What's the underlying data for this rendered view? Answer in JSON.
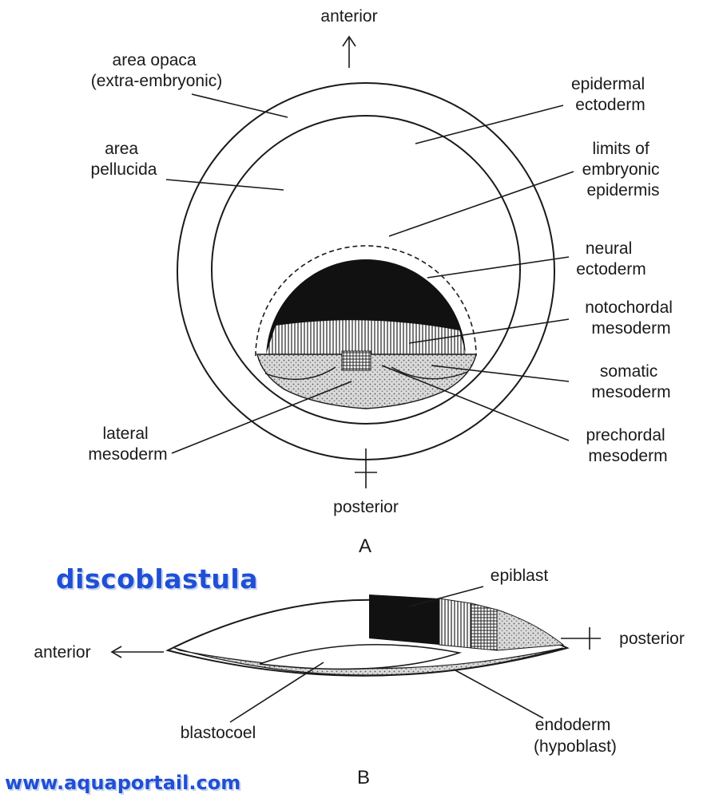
{
  "panel_a": {
    "letter": "A",
    "axis": {
      "top": "anterior",
      "bottom": "posterior"
    },
    "labels": {
      "area_opaca": [
        "area opaca",
        "(extra-embryonic)"
      ],
      "area_pellucida": [
        "area",
        "pellucida"
      ],
      "epidermal_ectoderm": [
        "epidermal",
        "ectoderm"
      ],
      "limits_epidermis": [
        "limits of",
        "embryonic",
        "epidermis"
      ],
      "neural_ectoderm": [
        "neural",
        "ectoderm"
      ],
      "notochordal_mesoderm": [
        "notochordal",
        "mesoderm"
      ],
      "somatic_mesoderm": [
        "somatic",
        "mesoderm"
      ],
      "lateral_mesoderm": [
        "lateral",
        "mesoderm"
      ],
      "prechordal_mesoderm": [
        "prechordal",
        "mesoderm"
      ]
    }
  },
  "panel_b": {
    "letter": "B",
    "axis": {
      "left": "anterior",
      "right": "posterior"
    },
    "labels": {
      "epiblast": "epiblast",
      "blastocoel": "blastocoel",
      "endoderm": [
        "endoderm",
        "(hypoblast)"
      ]
    }
  },
  "branding": {
    "title": "discoblastula",
    "url": "www.aquaportail.com",
    "color": "#1f4fd6"
  }
}
